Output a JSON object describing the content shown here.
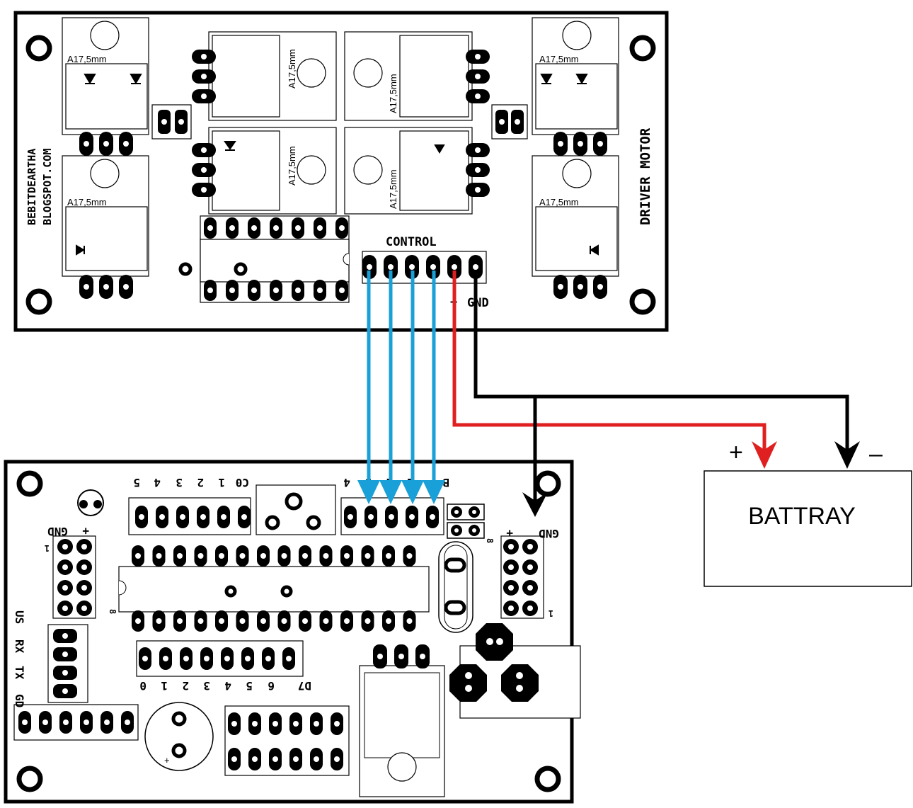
{
  "driver_board": {
    "name": "DRIVER MOTOR",
    "website_line1": "BEBITDEARTHA",
    "website_line2": "BLOGSPOT.COM",
    "control_label": "CONTROL",
    "plus_label": "+",
    "gnd_label": "GND",
    "component_marking": "A17,5mm"
  },
  "controller_board": {
    "top_header_labels": [
      "5",
      "4",
      "3",
      "2",
      "1",
      "C0"
    ],
    "top_control_labels": [
      "4",
      "3",
      "2",
      "1",
      "B"
    ],
    "left_power_gnd": "GND",
    "left_power_plus": "+",
    "right_power_plus": "+",
    "right_power_gnd": "GND",
    "serial_labels": [
      "US",
      "RX",
      "TX",
      "GD"
    ],
    "bottom_header_labels": [
      "0",
      "1",
      "2",
      "3",
      "4",
      "5",
      "6",
      "D7"
    ],
    "pin_1": "1",
    "pin_8": "8"
  },
  "battery": {
    "label": "BATTRAY",
    "plus": "+",
    "minus": "–"
  },
  "colors": {
    "signal_wire": "#1aa0d8",
    "positive_wire": "#e02020",
    "ground_wire": "#000000",
    "outline": "#000000"
  }
}
